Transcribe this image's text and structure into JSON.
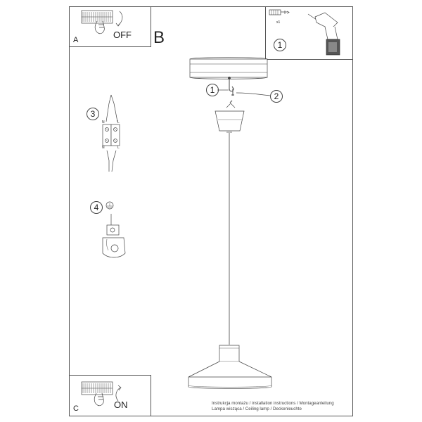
{
  "panels": {
    "a": {
      "letter": "A",
      "state": "OFF"
    },
    "c": {
      "letter": "C",
      "state": "ON"
    }
  },
  "section_b": {
    "letter": "B"
  },
  "tools": {
    "anchor_qty": "x1"
  },
  "callouts": {
    "one": "1",
    "two": "2",
    "three": "3",
    "four": "4"
  },
  "wiring": {
    "n_top": "N",
    "l_top": "L",
    "n_bottom": "N",
    "l_bottom": "L"
  },
  "footer": {
    "line1": "Instrukcja montażu / installation instructions / Montageanleitung",
    "line2": "Lampa wisząca / Ceiling lamp / Deckenleuchte"
  }
}
